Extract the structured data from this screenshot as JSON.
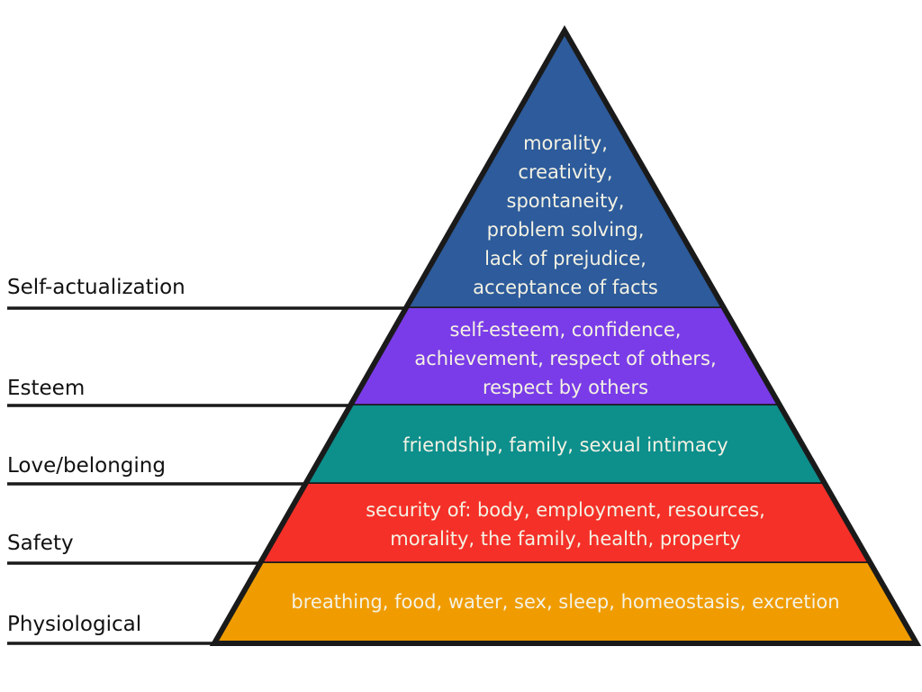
{
  "levels": [
    {
      "name": "Self-actualization",
      "description": "morality,\ncreativity,\nspontaneity,\nproblem solving,\nlack of prejudice,\nacceptance of facts",
      "color": "#2d5b9b"
    },
    {
      "name": "Esteem",
      "description": "self-esteem, confidence,\nachievement, respect of others,\nrespect by others",
      "color": "#7a3ce8"
    },
    {
      "name": "Love/belonging",
      "description": "friendship, family, sexual intimacy",
      "color": "#0d8f8c"
    },
    {
      "name": "Safety",
      "description": "security of: body, employment, resources,\nmorality, the family, health, property",
      "color": "#f53028"
    },
    {
      "name": "Physiological",
      "description": "breathing, food, water, sex, sleep, homeostasis, excretion",
      "color": "#f09c00"
    }
  ]
}
